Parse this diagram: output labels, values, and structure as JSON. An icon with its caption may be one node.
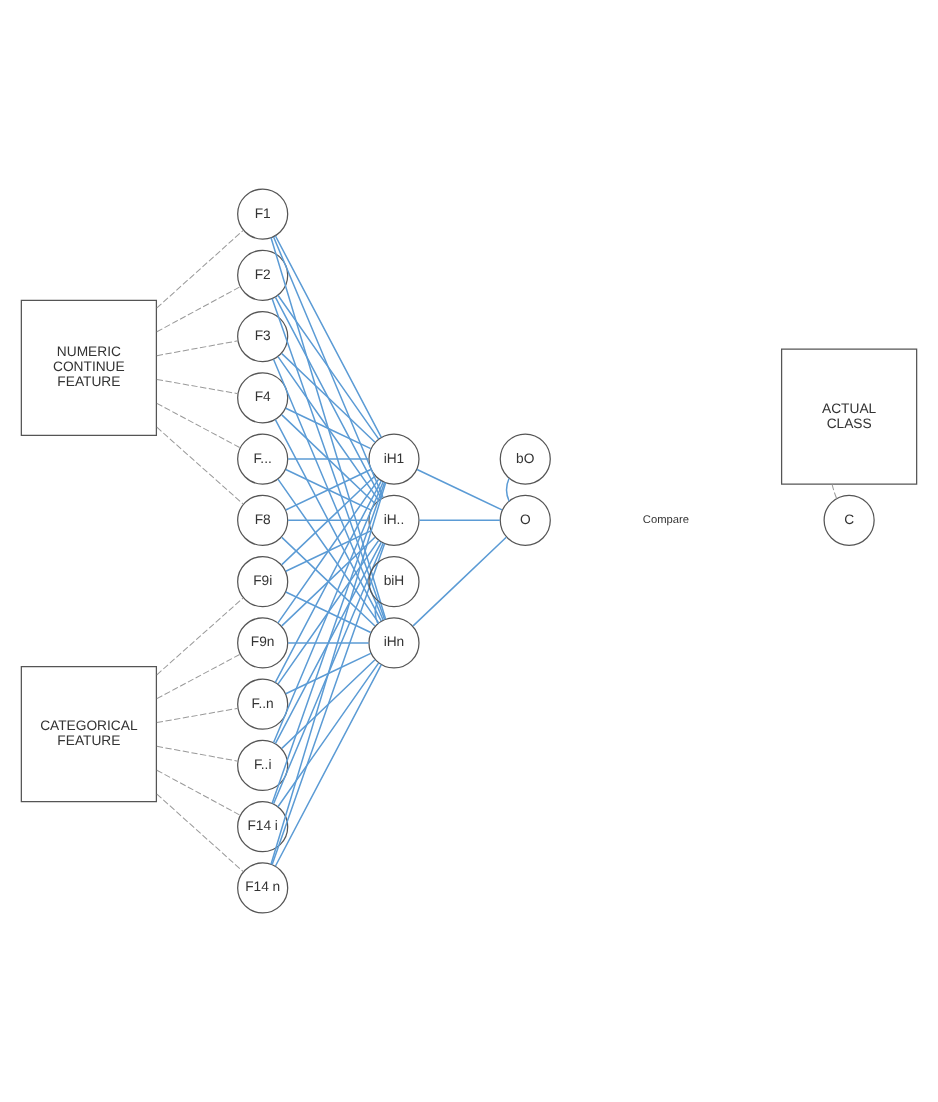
{
  "diagram": {
    "nodes": [
      {
        "text": [
          "NUMERIC CONTINUE FEATURE"
        ]
      },
      {
        "text": [
          "F1"
        ]
      },
      {
        "text": [
          "F2"
        ]
      },
      {
        "text": [
          "F3"
        ]
      },
      {
        "text": [
          "F4"
        ]
      },
      {
        "text": [
          "F..."
        ]
      },
      {
        "text": [
          "F8"
        ]
      },
      {
        "text": [
          "CATEGORICAL FEATURE"
        ]
      },
      {
        "text": [
          "F9i"
        ]
      },
      {
        "text": [
          "F9n"
        ]
      },
      {
        "text": [
          "F..n"
        ]
      },
      {
        "text": [
          "F..i"
        ]
      },
      {
        "text": [
          "F14 i"
        ]
      },
      {
        "text": [
          "F14 n"
        ]
      },
      {
        "text": [
          "iH1"
        ]
      },
      {
        "text": [
          "iH.."
        ]
      },
      {
        "text": [
          "iHn"
        ]
      },
      {
        "text": [
          "biH"
        ]
      },
      {
        "text": [
          "O"
        ]
      },
      {
        "text": [
          "bO"
        ]
      },
      {
        "text": [
          "ACTUAL CLASS"
        ]
      },
      {
        "text": [
          "C"
        ]
      }
    ],
    "edges": [
      {
        "from": 0,
        "to": 1,
        "arrow": "none",
        "style": "dashed",
        "color": "#999999"
      },
      {
        "from": 0,
        "to": 2,
        "arrow": "none",
        "style": "dashed",
        "color": "#999999"
      },
      {
        "from": 0,
        "to": 3,
        "arrow": "none",
        "style": "dashed",
        "color": "#999999"
      },
      {
        "from": 0,
        "to": 4,
        "arrow": "none",
        "style": "dashed",
        "color": "#999999"
      },
      {
        "from": 0,
        "to": 5,
        "arrow": "none",
        "style": "dashed",
        "color": "#999999"
      },
      {
        "from": 0,
        "to": 6,
        "arrow": "none",
        "style": "dashed",
        "color": "#999999"
      },
      {
        "from": 7,
        "to": 8,
        "arrow": "none",
        "style": "dashed",
        "color": "#999999"
      },
      {
        "from": 7,
        "to": 9,
        "arrow": "none",
        "style": "dashed",
        "color": "#999999"
      },
      {
        "from": 7,
        "to": 10,
        "arrow": "none",
        "style": "dashed",
        "color": "#999999"
      },
      {
        "from": 7,
        "to": 11,
        "arrow": "none",
        "style": "dashed",
        "color": "#999999"
      },
      {
        "from": 7,
        "to": 12,
        "arrow": "none",
        "style": "dashed",
        "color": "#999999"
      },
      {
        "from": 7,
        "to": 13,
        "arrow": "none",
        "style": "dashed",
        "color": "#999999"
      },
      {
        "from": 1,
        "to": 14,
        "arrow": "none"
      },
      {
        "from": 1,
        "to": 15,
        "arrow": "none"
      },
      {
        "from": 1,
        "to": 16,
        "arrow": "none"
      },
      {
        "from": 2,
        "to": 14,
        "arrow": "none"
      },
      {
        "from": 2,
        "to": 15,
        "arrow": "none"
      },
      {
        "from": 2,
        "to": 16,
        "arrow": "none"
      },
      {
        "from": 3,
        "to": 14,
        "arrow": "none"
      },
      {
        "from": 3,
        "to": 15,
        "arrow": "none"
      },
      {
        "from": 3,
        "to": 16,
        "arrow": "none"
      },
      {
        "from": 4,
        "to": 14,
        "arrow": "none"
      },
      {
        "from": 4,
        "to": 15,
        "arrow": "none"
      },
      {
        "from": 4,
        "to": 16,
        "arrow": "none"
      },
      {
        "from": 5,
        "to": 14,
        "arrow": "none"
      },
      {
        "from": 5,
        "to": 15,
        "arrow": "none"
      },
      {
        "from": 5,
        "to": 16,
        "arrow": "none"
      },
      {
        "from": 6,
        "to": 14,
        "arrow": "none"
      },
      {
        "from": 6,
        "to": 15,
        "arrow": "none"
      },
      {
        "from": 6,
        "to": 16,
        "arrow": "none"
      },
      {
        "from": 8,
        "to": 14,
        "arrow": "none"
      },
      {
        "from": 8,
        "to": 15,
        "arrow": "none"
      },
      {
        "from": 8,
        "to": 16,
        "arrow": "none"
      },
      {
        "from": 9,
        "to": 14,
        "arrow": "none"
      },
      {
        "from": 9,
        "to": 15,
        "arrow": "none"
      },
      {
        "from": 9,
        "to": 16,
        "arrow": "none"
      },
      {
        "from": 10,
        "to": 14,
        "arrow": "none"
      },
      {
        "from": 10,
        "to": 15,
        "arrow": "none"
      },
      {
        "from": 10,
        "to": 16,
        "arrow": "none"
      },
      {
        "from": 11,
        "to": 14,
        "arrow": "none"
      },
      {
        "from": 11,
        "to": 15,
        "arrow": "none"
      },
      {
        "from": 11,
        "to": 16,
        "arrow": "none"
      },
      {
        "from": 12,
        "to": 14,
        "arrow": "none"
      },
      {
        "from": 12,
        "to": 15,
        "arrow": "none"
      },
      {
        "from": 12,
        "to": 16,
        "arrow": "none"
      },
      {
        "from": 13,
        "to": 14,
        "arrow": "none"
      },
      {
        "from": 13,
        "to": 15,
        "arrow": "none"
      },
      {
        "from": 13,
        "to": 16,
        "arrow": "none"
      },
      {
        "from": 17,
        "to": 16,
        "arrow": "none"
      },
      {
        "from": 14,
        "to": 18,
        "arrow": "none"
      },
      {
        "from": 15,
        "to": 18,
        "arrow": "none"
      },
      {
        "from": 16,
        "to": 18,
        "arrow": "none"
      },
      {
        "from": 19,
        "to": 18,
        "arrow": "none"
      },
      {
        "from": 21,
        "to": 20,
        "arrow": "none",
        "style": "dashed",
        "color": "#999999"
      }
    ],
    "labels": [
      "Compare"
    ]
  }
}
